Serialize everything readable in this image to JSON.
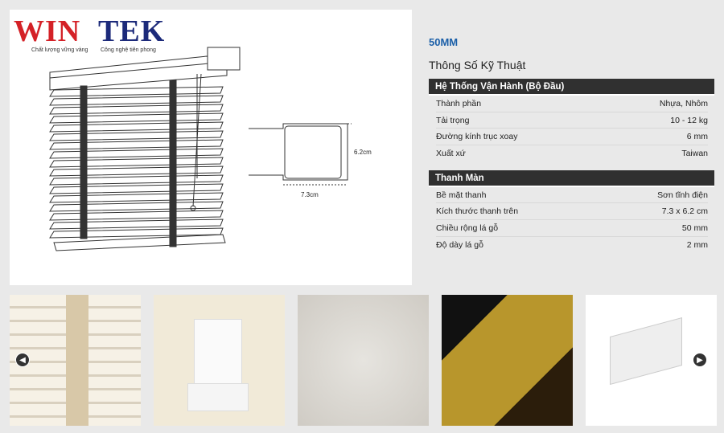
{
  "logo": {
    "text_left": "WIN",
    "text_right": "TEK",
    "tagline_left": "Chất lượng vững vàng",
    "tagline_right": "Công nghệ tiên phong"
  },
  "diagram": {
    "height_label": "6.2cm",
    "width_label": "7.3cm"
  },
  "specs": {
    "model": "50MM",
    "title": "Thông Số Kỹ Thuật",
    "sections": [
      {
        "heading": "Hệ Thống Vận Hành (Bộ Đầu)",
        "rows": [
          {
            "label": "Thành phần",
            "value": "Nhựa, Nhôm"
          },
          {
            "label": "Tải trọng",
            "value": "10 - 12 kg"
          },
          {
            "label": "Đường kính trục xoay",
            "value": "6 mm"
          },
          {
            "label": "Xuất xứ",
            "value": "Taiwan"
          }
        ]
      },
      {
        "heading": "Thanh Màn",
        "rows": [
          {
            "label": "Bề mặt thanh",
            "value": "Sơn tĩnh điện"
          },
          {
            "label": "Kích thước thanh trên",
            "value": "7.3 x 6.2 cm"
          },
          {
            "label": "Chiều rộng lá gỗ",
            "value": "50 mm"
          },
          {
            "label": "Độ dày lá gỗ",
            "value": "2 mm"
          }
        ]
      }
    ]
  },
  "carousel": {
    "prev_icon": "chevron-left-icon",
    "next_icon": "chevron-right-icon"
  }
}
